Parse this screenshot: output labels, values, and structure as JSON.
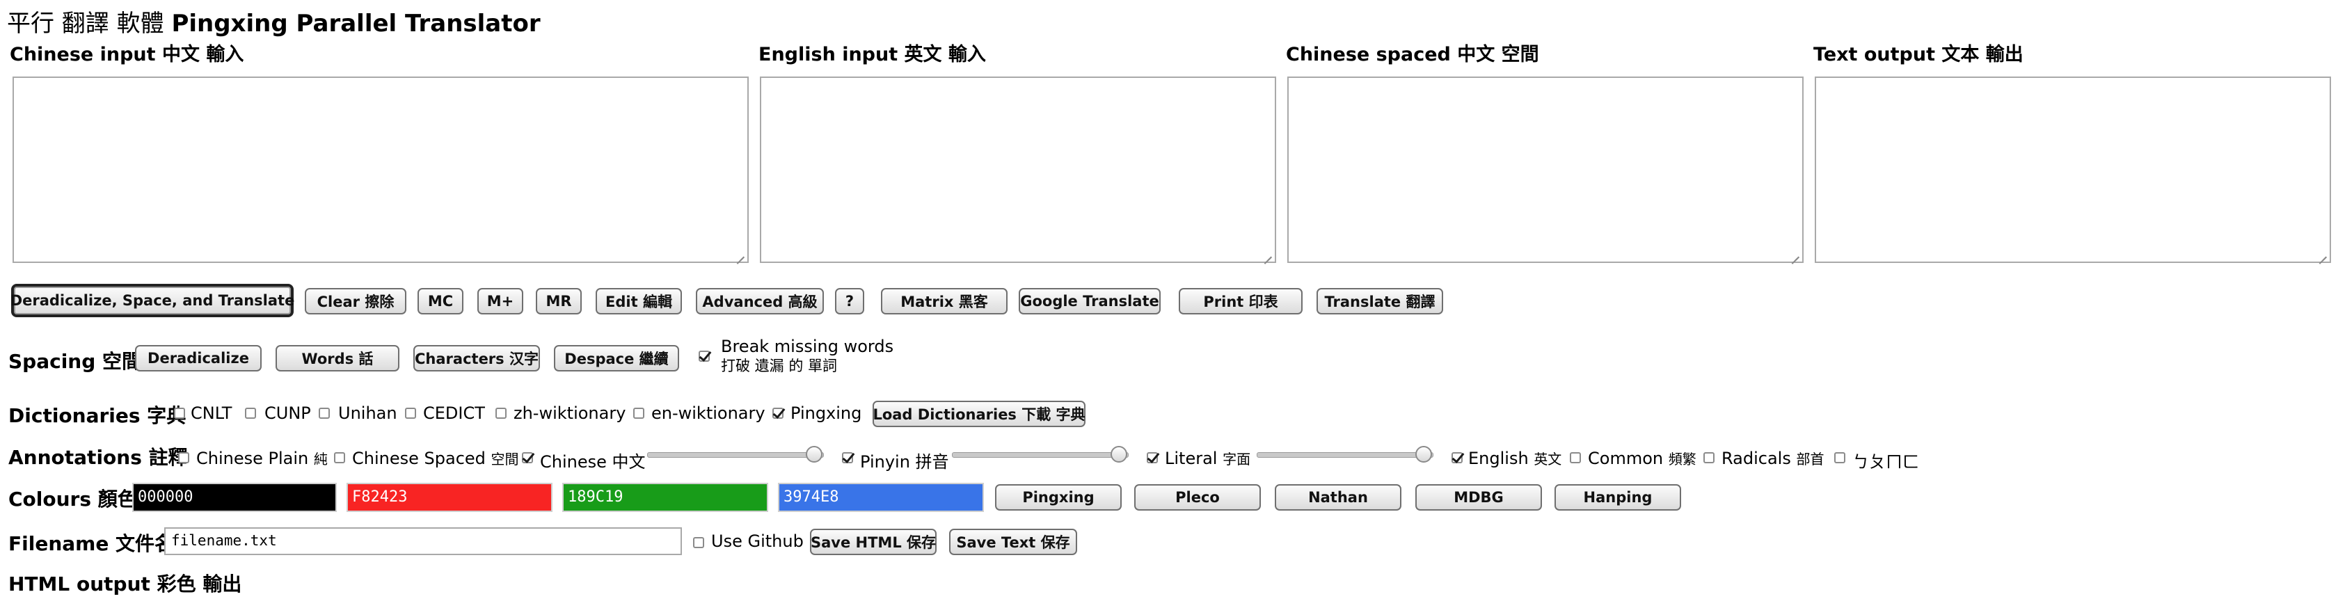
{
  "app": {
    "title_cjk": "平行 翻譯 軟體",
    "title_en": "Pingxing Parallel Translator"
  },
  "columns": [
    {
      "label": "Chinese input 中文 輸入",
      "value": ""
    },
    {
      "label": "English input 英文 輸入",
      "value": ""
    },
    {
      "label": "Chinese spaced 中文 空間",
      "value": ""
    },
    {
      "label": "Text output 文本 輸出",
      "value": ""
    }
  ],
  "toolbar": [
    "Deradicalize, Space, and Translate",
    "Clear 擦除",
    "MC",
    "M+",
    "MR",
    "Edit 編輯",
    "Advanced 高級",
    "?",
    "Matrix 黑客",
    "Google Translate",
    "Print 印表",
    "Translate 翻譯"
  ],
  "spacing": {
    "label": "Spacing 空間",
    "buttons": [
      "Deradicalize",
      "Words 話",
      "Characters 汉字",
      "Despace 繼續"
    ],
    "break_missing": {
      "checked": true,
      "line1": "Break missing words",
      "line2": "打破 遺漏 的 單詞"
    }
  },
  "dictionaries": {
    "label": "Dictionaries 字典",
    "items": [
      {
        "label": "CNLT",
        "checked": false
      },
      {
        "label": "CUNP",
        "checked": false
      },
      {
        "label": "Unihan",
        "checked": false
      },
      {
        "label": "CEDICT",
        "checked": false
      },
      {
        "label": "zh-wiktionary",
        "checked": false
      },
      {
        "label": "en-wiktionary",
        "checked": false
      },
      {
        "label": "Pingxing",
        "checked": true
      }
    ],
    "load_button": "Load Dictionaries 下載 字典"
  },
  "annotations": {
    "label": "Annotations 註釋",
    "chinese_plain": {
      "label": "Chinese Plain",
      "suffix": "純",
      "checked": false
    },
    "chinese_spaced": {
      "label": "Chinese Spaced",
      "suffix": "空間",
      "checked": false
    },
    "chinese": {
      "label": "Chinese 中文",
      "checked": true,
      "slider": 1.0
    },
    "pinyin": {
      "label": "Pinyin 拼音",
      "checked": true,
      "slider": 0.98
    },
    "literal": {
      "label": "Literal",
      "suffix": "字面",
      "checked": true,
      "slider": 0.98
    },
    "english": {
      "label": "English",
      "suffix": "英文",
      "checked": true
    },
    "common": {
      "label": "Common",
      "suffix": "頻繁",
      "checked": false
    },
    "radicals": {
      "label": "Radicals",
      "suffix": "部首",
      "checked": false
    },
    "bopomofo": {
      "label": "ㄅㄆㄇㄈ",
      "checked": false
    }
  },
  "colours": {
    "label": "Colours 顏色",
    "swatches": [
      {
        "value": "000000",
        "color": "#000000"
      },
      {
        "value": "F82423",
        "color": "#F82423"
      },
      {
        "value": "189C19",
        "color": "#189C19"
      },
      {
        "value": "3974E8",
        "color": "#3974E8"
      }
    ],
    "presets": [
      "Pingxing",
      "Pleco",
      "Nathan",
      "MDBG",
      "Hanping"
    ]
  },
  "filename": {
    "label": "Filename 文件名",
    "value": "filename.txt",
    "use_github": {
      "label": "Use Github",
      "checked": false
    },
    "save_html": "Save HTML 保存",
    "save_text": "Save Text 保存"
  },
  "html_output": {
    "label": "HTML output 彩色 輸出"
  }
}
